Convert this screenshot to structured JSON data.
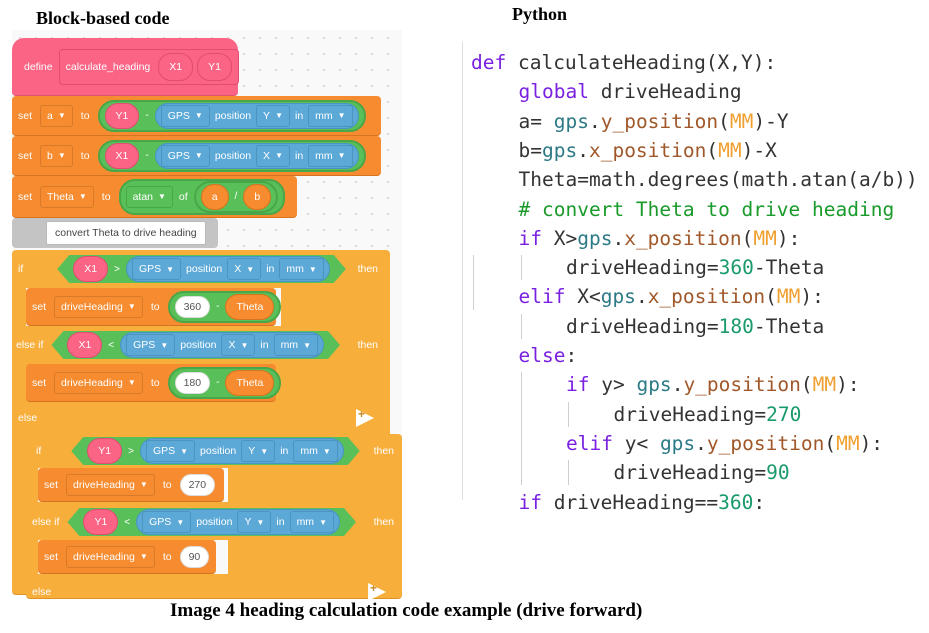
{
  "headings": {
    "block": "Block-based code",
    "python": "Python",
    "caption": "Image 4  heading calculation code example (drive forward)"
  },
  "blocks": {
    "define": {
      "keyword": "define",
      "name": "calculate_heading",
      "args": [
        "X1",
        "Y1"
      ]
    },
    "set_a": {
      "set": "set",
      "var": "a",
      "to": "to",
      "operand": "Y1",
      "op": "-",
      "sensor": "GPS",
      "position": "position",
      "axis": "Y",
      "in": "in",
      "unit": "mm"
    },
    "set_b": {
      "set": "set",
      "var": "b",
      "to": "to",
      "operand": "X1",
      "op": "-",
      "sensor": "GPS",
      "position": "position",
      "axis": "X",
      "in": "in",
      "unit": "mm"
    },
    "set_theta": {
      "set": "set",
      "var": "Theta",
      "to": "to",
      "func": "atan",
      "of": "of",
      "num": "a",
      "div": "/",
      "den": "b"
    },
    "comment": "convert Theta to drive heading",
    "if1": {
      "kw": "if",
      "operand": "X1",
      "op": ">",
      "sensor": "GPS",
      "position": "position",
      "axis": "X",
      "in": "in",
      "unit": "mm",
      "then": "then"
    },
    "set1": {
      "set": "set",
      "var": "driveHeading",
      "to": "to",
      "num": "360",
      "op": "-",
      "rhs": "Theta"
    },
    "elif1": {
      "kw": "else if",
      "operand": "X1",
      "op": "<",
      "sensor": "GPS",
      "position": "position",
      "axis": "X",
      "in": "in",
      "unit": "mm",
      "then": "then"
    },
    "set2": {
      "set": "set",
      "var": "driveHeading",
      "to": "to",
      "num": "180",
      "op": "-",
      "rhs": "Theta"
    },
    "else1": "else",
    "if2": {
      "kw": "if",
      "operand": "Y1",
      "op": ">",
      "sensor": "GPS",
      "position": "position",
      "axis": "Y",
      "in": "in",
      "unit": "mm",
      "then": "then"
    },
    "set3": {
      "set": "set",
      "var": "driveHeading",
      "to": "to",
      "num": "270"
    },
    "elif2": {
      "kw": "else if",
      "operand": "Y1",
      "op": "<",
      "sensor": "GPS",
      "position": "position",
      "axis": "Y",
      "in": "in",
      "unit": "mm",
      "then": "then"
    },
    "set4": {
      "set": "set",
      "var": "driveHeading",
      "to": "to",
      "num": "90"
    },
    "else2": "else"
  },
  "python": {
    "lines": [
      [
        [
          "kw",
          "def"
        ],
        [
          "",
          "  calculateHeading(X,Y):"
        ]
      ],
      [
        [
          "kw",
          "global"
        ],
        [
          "",
          " driveHeading"
        ]
      ],
      [
        [
          "",
          "a= "
        ],
        [
          "obj",
          "gps"
        ],
        [
          "",
          "."
        ],
        [
          "meth",
          "y_position"
        ],
        [
          "",
          "("
        ],
        [
          "const",
          "MM"
        ],
        [
          "",
          ")-Y"
        ]
      ],
      [
        [
          "",
          "b="
        ],
        [
          "obj",
          "gps"
        ],
        [
          "",
          "."
        ],
        [
          "meth",
          "x_position"
        ],
        [
          "",
          "("
        ],
        [
          "const",
          "MM"
        ],
        [
          "",
          ")-X"
        ]
      ],
      [
        [
          "",
          "Theta=math.degrees(math.atan(a/b))"
        ]
      ],
      [
        [
          "cmt",
          "# convert Theta to drive heading"
        ]
      ],
      [
        [
          "kw",
          "if"
        ],
        [
          "",
          " X>"
        ],
        [
          "obj",
          "gps"
        ],
        [
          "",
          "."
        ],
        [
          "meth",
          "x_position"
        ],
        [
          "",
          "("
        ],
        [
          "const",
          "MM"
        ],
        [
          "",
          "):"
        ]
      ],
      [
        [
          "",
          "driveHeading="
        ],
        [
          "num",
          "360"
        ],
        [
          "",
          "-Theta"
        ]
      ],
      [
        [
          "kw",
          "elif"
        ],
        [
          "",
          " X<"
        ],
        [
          "obj",
          "gps"
        ],
        [
          "",
          "."
        ],
        [
          "meth",
          "x_position"
        ],
        [
          "",
          "("
        ],
        [
          "const",
          "MM"
        ],
        [
          "",
          "):"
        ]
      ],
      [
        [
          "",
          "driveHeading="
        ],
        [
          "num",
          "180"
        ],
        [
          "",
          "-Theta"
        ]
      ],
      [
        [
          "kw",
          "else"
        ],
        [
          "",
          ":"
        ]
      ],
      [
        [
          "kw",
          "if"
        ],
        [
          "",
          " y> "
        ],
        [
          "obj",
          "gps"
        ],
        [
          "",
          "."
        ],
        [
          "meth",
          "y_position"
        ],
        [
          "",
          "("
        ],
        [
          "const",
          "MM"
        ],
        [
          "",
          "):"
        ]
      ],
      [
        [
          "",
          "driveHeading="
        ],
        [
          "num",
          "270"
        ]
      ],
      [
        [
          "kw",
          "elif"
        ],
        [
          "",
          " y< "
        ],
        [
          "obj",
          "gps"
        ],
        [
          "",
          "."
        ],
        [
          "meth",
          "y_position"
        ],
        [
          "",
          "("
        ],
        [
          "const",
          "MM"
        ],
        [
          "",
          "):"
        ]
      ],
      [
        [
          "",
          "driveHeading="
        ],
        [
          "num",
          "90"
        ]
      ],
      [
        [
          "kw",
          "if"
        ],
        [
          "",
          " driveHeading=="
        ],
        [
          "num",
          "360"
        ],
        [
          "",
          ":"
        ]
      ]
    ],
    "indents": [
      0,
      1,
      1,
      1,
      1,
      1,
      1,
      2,
      1,
      2,
      1,
      2,
      3,
      2,
      3,
      1
    ]
  }
}
